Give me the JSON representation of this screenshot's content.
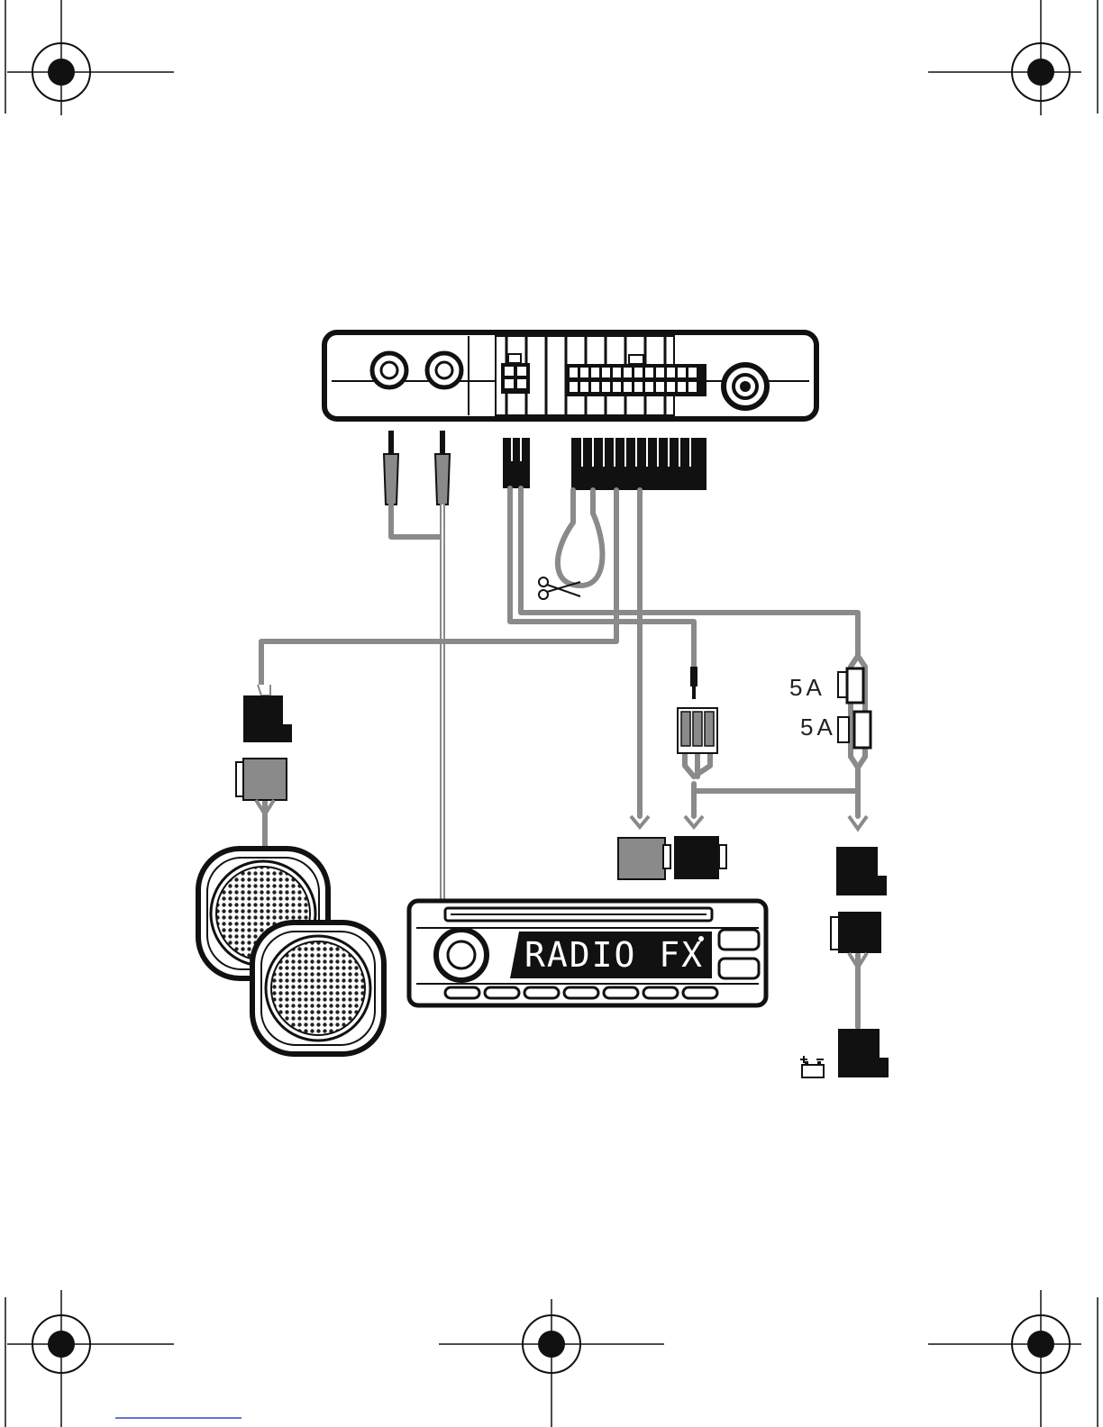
{
  "labels": {
    "fuse_1": "5A",
    "fuse_2": "5A",
    "radio_display": "RADIO FX"
  },
  "colors": {
    "ink": "#111111",
    "wire": "#8a8a8a",
    "connector_grey": "#8c8c8c",
    "footer_line": "#3344cc"
  },
  "icons": {
    "cut_wire": "scissors-icon",
    "battery": "battery-icon",
    "registration_mark": "crosshair-icon"
  }
}
